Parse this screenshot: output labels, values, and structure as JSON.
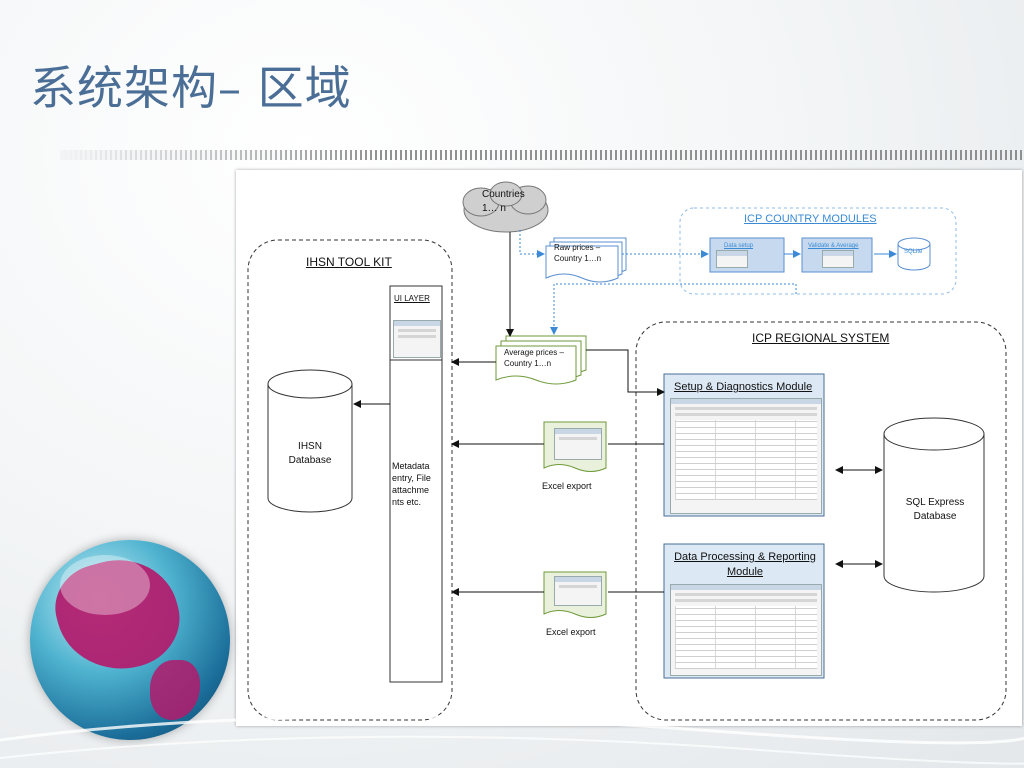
{
  "slide": {
    "title": "系统架构– 区域"
  },
  "diagram": {
    "cloud": "Countries\n1… n",
    "raw_prices": "Raw prices –\nCountry 1…n",
    "avg_prices": "Average prices –\nCountry 1…n",
    "icp_country_modules": {
      "title": "ICP COUNTRY MODULES",
      "data_setup": "Data setup",
      "validate_average": "Validate & Average",
      "sqlite": "SQLite"
    },
    "ihsn": {
      "title": "IHSN TOOL KIT",
      "ui_layer": "UI LAYER",
      "database": "IHSN\nDatabase",
      "metadata": "Metadata\nentry, File\nattachme\nnts etc."
    },
    "icp_regional": {
      "title": "ICP REGIONAL SYSTEM",
      "setup_module": "Setup & Diagnostics Module",
      "processing_module": "Data Processing & Reporting\nModule",
      "sql_express": "SQL Express\nDatabase"
    },
    "excel_export_1": "Excel export",
    "excel_export_2": "Excel export"
  },
  "colors": {
    "title": "#4a6e96",
    "accent_blue": "#3a8ad6",
    "globe_land": "#b31a6b"
  }
}
